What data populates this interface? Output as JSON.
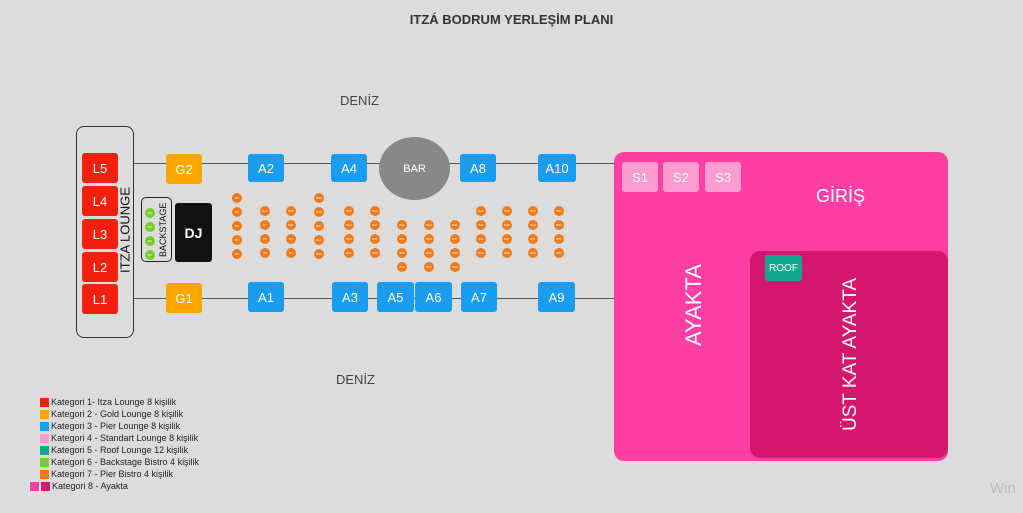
{
  "title": "ITZÁ BODRUM YERLEŞİM PLANI",
  "sea_top": "DENİZ",
  "sea_bottom": "DENİZ",
  "lounge_label": "ITZA LOUNGE",
  "backstage_label": "BACKSTAGE",
  "dj_label": "DJ",
  "bar_label": "BAR",
  "lounges": [
    "L5",
    "L4",
    "L3",
    "L2",
    "L1"
  ],
  "gold": {
    "top": "G2",
    "bottom": "G1"
  },
  "pier_top": [
    "A2",
    "A4",
    "A8",
    "A10"
  ],
  "pier_bottom": [
    "A1",
    "A3",
    "A5",
    "A6",
    "A7",
    "A9"
  ],
  "standart": [
    "S1",
    "S2",
    "S3"
  ],
  "entrance": "GİRİŞ",
  "standing": "AYAKTA",
  "roof": "ROOF",
  "upper_standing": "ÜST KAT AYAKTA",
  "backstage_dots": [
    "B4",
    "B3",
    "B2",
    "B1"
  ],
  "bistro_columns": [
    [
      "B8",
      "B6",
      "B4",
      "B2",
      "B1"
    ],
    [
      "B10",
      "B7",
      "B5",
      "B3"
    ],
    [
      "B13",
      "B11",
      "B9",
      "B7"
    ],
    [
      "B20",
      "B18",
      "B17",
      "B16",
      "B15"
    ],
    [
      "B22",
      "B24",
      "B23",
      "B21"
    ],
    [
      "B26",
      "B27",
      "B25",
      "B28"
    ],
    [
      "B30",
      "B31",
      "B29",
      "B32"
    ],
    [
      "B34",
      "B33",
      "B35",
      "B36"
    ],
    [
      "B38",
      "B37",
      "B39",
      "B40"
    ],
    [
      "B42",
      "B41",
      "B43",
      "B44"
    ],
    [
      "B46",
      "B45",
      "B47",
      "B48"
    ],
    [
      "B50",
      "B49",
      "B51",
      "B52"
    ],
    [
      "B54",
      "B53",
      "B55",
      "B56"
    ]
  ],
  "legend": [
    {
      "color": "#f2210f",
      "label": "Kategori 1- Itza Lounge 8 kişilik"
    },
    {
      "color": "#ffa500",
      "label": "Kategori 2 - Gold Lounge 8 kişilik"
    },
    {
      "color": "#1a9cf0",
      "label": "Kategori 3 - Pier Lounge 8 kişilik"
    },
    {
      "color": "#ff9ccf",
      "label": "Kategori 4 - Standart Lounge 8 kişilik"
    },
    {
      "color": "#0fa88a",
      "label": "Kategori 5 - Roof Lounge 12 kişilik"
    },
    {
      "color": "#7acc2c",
      "label": "Kategori 6 - Backstage Bistro 4 kişilik"
    },
    {
      "color": "#f07a1a",
      "label": "Kategori 7 - Pier Bistro 4 kişilik"
    },
    {
      "color": "#d4176f",
      "label": "Kategori 8 - Ayakta"
    }
  ],
  "watermark": "Win"
}
